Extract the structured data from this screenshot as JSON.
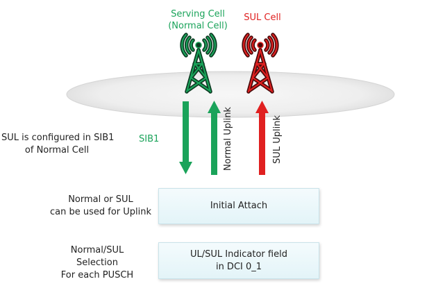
{
  "serving_cell": {
    "label_line1": "Serving Cell",
    "label_line2": "(Normal Cell)",
    "color": "#1aa35a",
    "icon": "cell-tower-icon"
  },
  "sul_cell": {
    "label": "SUL Cell",
    "color": "#e02020",
    "icon": "cell-tower-icon"
  },
  "arrows": {
    "sib1_label": "SIB1",
    "normal_uplink_label": "Normal Uplink",
    "sul_uplink_label": "SUL Uplink"
  },
  "notes": {
    "sib1_config": [
      "SUL is configured in SIB1",
      "of Normal Cell"
    ],
    "normal_or_sul": [
      "Normal or SUL",
      "can be used for Uplink"
    ],
    "selection": [
      "Normal/SUL",
      "Selection",
      "For each PUSCH"
    ]
  },
  "boxes": {
    "initial_attach": "Initial Attach",
    "dci_indicator": [
      "UL/SUL Indicator field",
      "in DCI 0_1"
    ]
  }
}
